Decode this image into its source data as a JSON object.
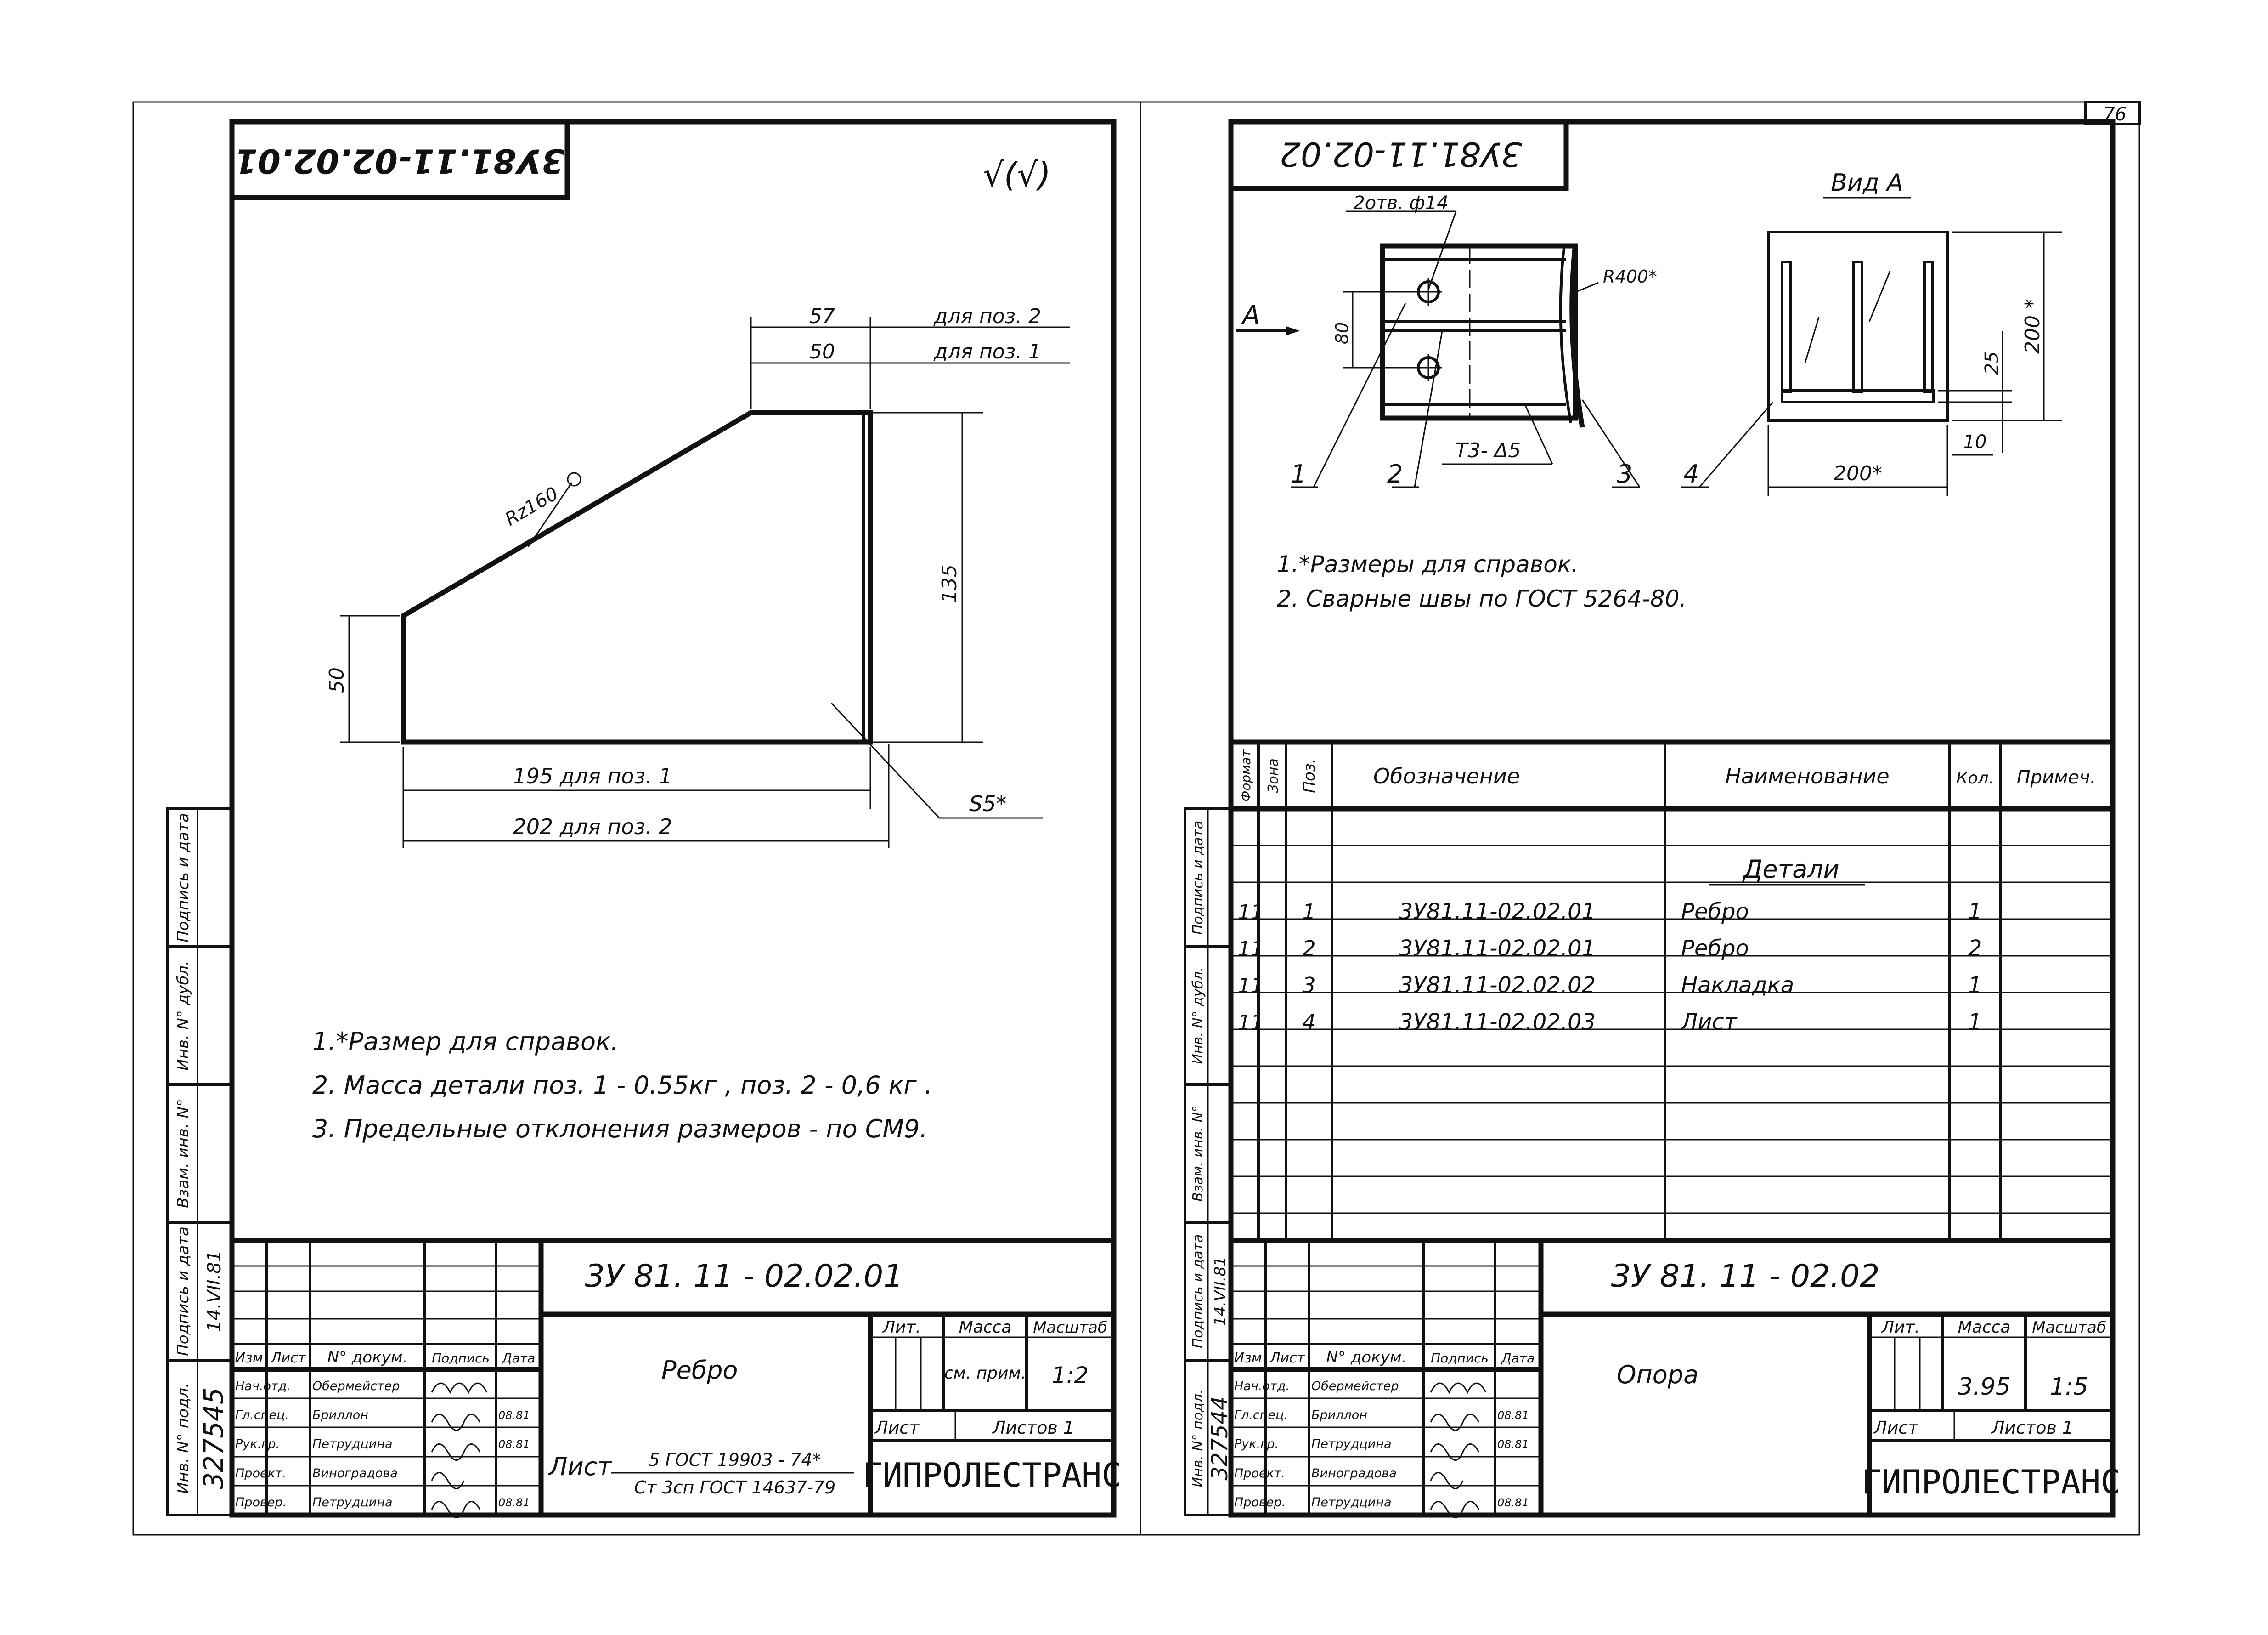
{
  "page_number": "76",
  "left_sheet": {
    "mirrored_code": "3У81.11-02.02.01",
    "roughness_mark": "√(√)",
    "dimensions": {
      "dim_57": "57",
      "dim_57_note": "для поз. 2",
      "dim_50_top": "50",
      "dim_50_top_note": "для поз. 1",
      "dim_135": "135",
      "dim_50_left": "50",
      "dim_195": "195 для поз. 1",
      "dim_202": "202 для поз. 2",
      "weld": "S5*",
      "roughness": "Rz160"
    },
    "notes": [
      "1.*Размер для справок.",
      "2. Масса детали поз. 1 - 0.55кг , поз. 2 - 0,6 кг .",
      "3. Предельные отклонения размеров - по СМ9."
    ],
    "title_block": {
      "code": "3У 81. 11 - 02.02.01",
      "name": "Ребро",
      "headers": {
        "izm": "Изм",
        "list": "Лист",
        "doc": "N° докум.",
        "sign": "Подпись",
        "date": "Дата"
      },
      "lit_label": "Лит.",
      "mass_label": "Масса",
      "scale_label": "Масштаб",
      "mass_value": "см. прим.",
      "scale_value": "1:2",
      "sheet_label": "Лист",
      "sheets_label": "Листов 1",
      "material_prefix": "Лист",
      "material_line1": "5 ГОСТ 19903 - 74*",
      "material_line2": "Ст 3сп ГОСТ 14637-79",
      "org": "ГИПРОЛЕСТРАНС",
      "signers": [
        {
          "role": "Нач.отд.",
          "name": "Обермейстер",
          "date": ""
        },
        {
          "role": "Гл.спец.",
          "name": "Бриллон",
          "date": "08.81"
        },
        {
          "role": "Рук.гр.",
          "name": "Петрудцина",
          "date": "08.81"
        },
        {
          "role": "Проект.",
          "name": "Виноградова",
          "date": ""
        },
        {
          "role": "Провер.",
          "name": "Петрудцина",
          "date": "08.81"
        }
      ]
    },
    "side_stamp": {
      "inv_label": "Инв. N° подл.",
      "inv_value": "327545",
      "sign_date": "Подпись и дата",
      "sign_date_value": "14.VII.81",
      "vzam": "Взам. инв. N°",
      "inv_dubl": "Инв. N° дубл.",
      "sign_date2": "Подпись и дата"
    }
  },
  "right_sheet": {
    "mirrored_code": "3У81.11-02.02",
    "view_label": "Вид А",
    "labels": {
      "holes": "2отв. ф14",
      "arrow": "A",
      "dim_80": "80",
      "radius": "R400*",
      "weld": "Т3- Δ5",
      "pos1": "1",
      "pos2": "2",
      "pos3": "3",
      "pos4": "4",
      "dim_200_vert": "200 *",
      "dim_25": "25",
      "dim_10": "10",
      "dim_200_horiz": "200*"
    },
    "notes": [
      "1.*Размеры для справок.",
      "2. Сварные швы по ГОСТ 5264-80."
    ],
    "spec_table": {
      "headers": [
        "Формат",
        "Зона",
        "Поз.",
        "Обозначение",
        "Наименование",
        "Кол.",
        "Примеч."
      ],
      "section": "Детали",
      "rows": [
        {
          "format": "11",
          "pos": "1",
          "designation": "3У81.11-02.02.01",
          "name": "Ребро",
          "qty": "1"
        },
        {
          "format": "11",
          "pos": "2",
          "designation": "3У81.11-02.02.01",
          "name": "Ребро",
          "qty": "2"
        },
        {
          "format": "11",
          "pos": "3",
          "designation": "3У81.11-02.02.02",
          "name": "Накладка",
          "qty": "1"
        },
        {
          "format": "11",
          "pos": "4",
          "designation": "3У81.11-02.02.03",
          "name": "Лист",
          "qty": "1"
        }
      ]
    },
    "title_block": {
      "code": "3У 81. 11 - 02.02",
      "name": "Опора",
      "headers": {
        "izm": "Изм",
        "list": "Лист",
        "doc": "N° докум.",
        "sign": "Подпись",
        "date": "Дата"
      },
      "lit_label": "Лит.",
      "mass_label": "Масса",
      "scale_label": "Масштаб",
      "mass_value": "3.95",
      "scale_value": "1:5",
      "sheet_label": "Лист",
      "sheets_label": "Листов 1",
      "org": "ГИПРОЛЕСТРАНС",
      "signers": [
        {
          "role": "Нач.отд.",
          "name": "Обермейстер",
          "date": ""
        },
        {
          "role": "Гл.спец.",
          "name": "Бриллон",
          "date": "08.81"
        },
        {
          "role": "Рук.гр.",
          "name": "Петрудцина",
          "date": "08.81"
        },
        {
          "role": "Проект.",
          "name": "Виноградова",
          "date": ""
        },
        {
          "role": "Провер.",
          "name": "Петрудцина",
          "date": "08.81"
        }
      ]
    },
    "side_stamp": {
      "inv_label": "Инв. N° подл.",
      "inv_value": "327544",
      "sign_date": "Подпись и дата",
      "sign_date_value": "14.VII.81",
      "vzam": "Взам. инв. N°",
      "inv_dubl": "Инв. N° дубл.",
      "sign_date2": "Подпись и дата"
    }
  }
}
